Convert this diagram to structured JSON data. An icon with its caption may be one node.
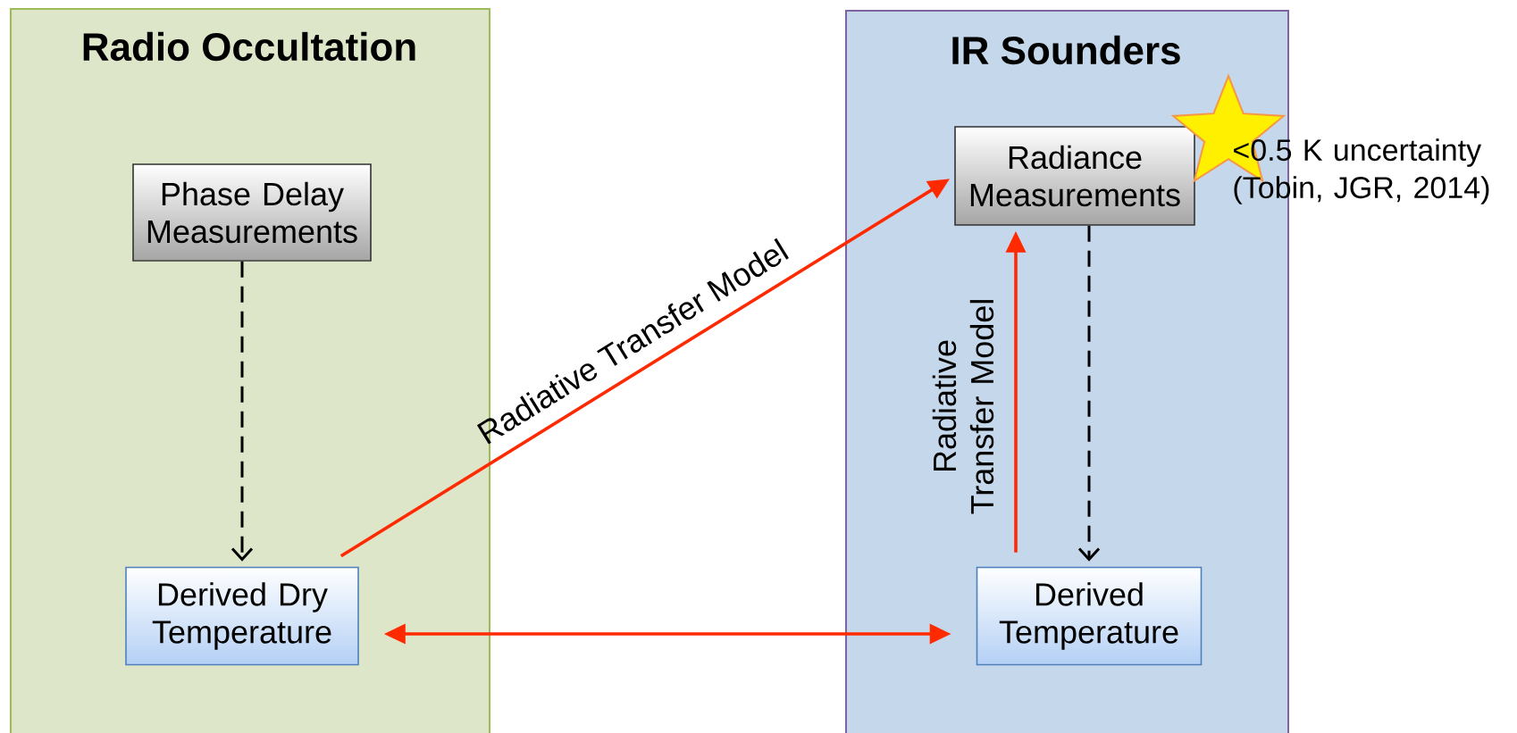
{
  "diagram": {
    "nodes": [
      {
        "text": [
          "Radio Occultation"
        ]
      },
      {
        "text": [
          "Phase Delay Measurements"
        ],
        "in": 0
      },
      {
        "text": [
          "Derived Dry Temperature"
        ],
        "in": 0
      },
      {
        "text": [
          "IR Sounders"
        ]
      },
      {
        "text": [
          "Radiance Measurements"
        ],
        "in": 3
      },
      {
        "text": [],
        "shape": "star",
        "in": 3,
        "beside": [
          "<0.5 K uncertainty (Tobin, JGR, 2014)"
        ]
      },
      {
        "text": [
          "Derived Temperature"
        ],
        "in": 3
      }
    ],
    "edges": [
      {
        "from": 1,
        "to": 2,
        "arrow": "to",
        "style": "dashed",
        "color": "#000000"
      },
      {
        "from": 2,
        "to": 4,
        "arrow": "to",
        "label": "Radiative Transfer Model",
        "color": "#ff2a00"
      },
      {
        "from": 4,
        "to": 6,
        "arrow": "to",
        "style": "dashed",
        "color": "#000000"
      },
      {
        "from": 6,
        "to": 4,
        "arrow": "to",
        "label": "Radiative Transfer Model",
        "color": "#ff2a00"
      },
      {
        "from": 2,
        "to": 6,
        "arrow": "both",
        "color": "#ff2a00"
      }
    ]
  }
}
